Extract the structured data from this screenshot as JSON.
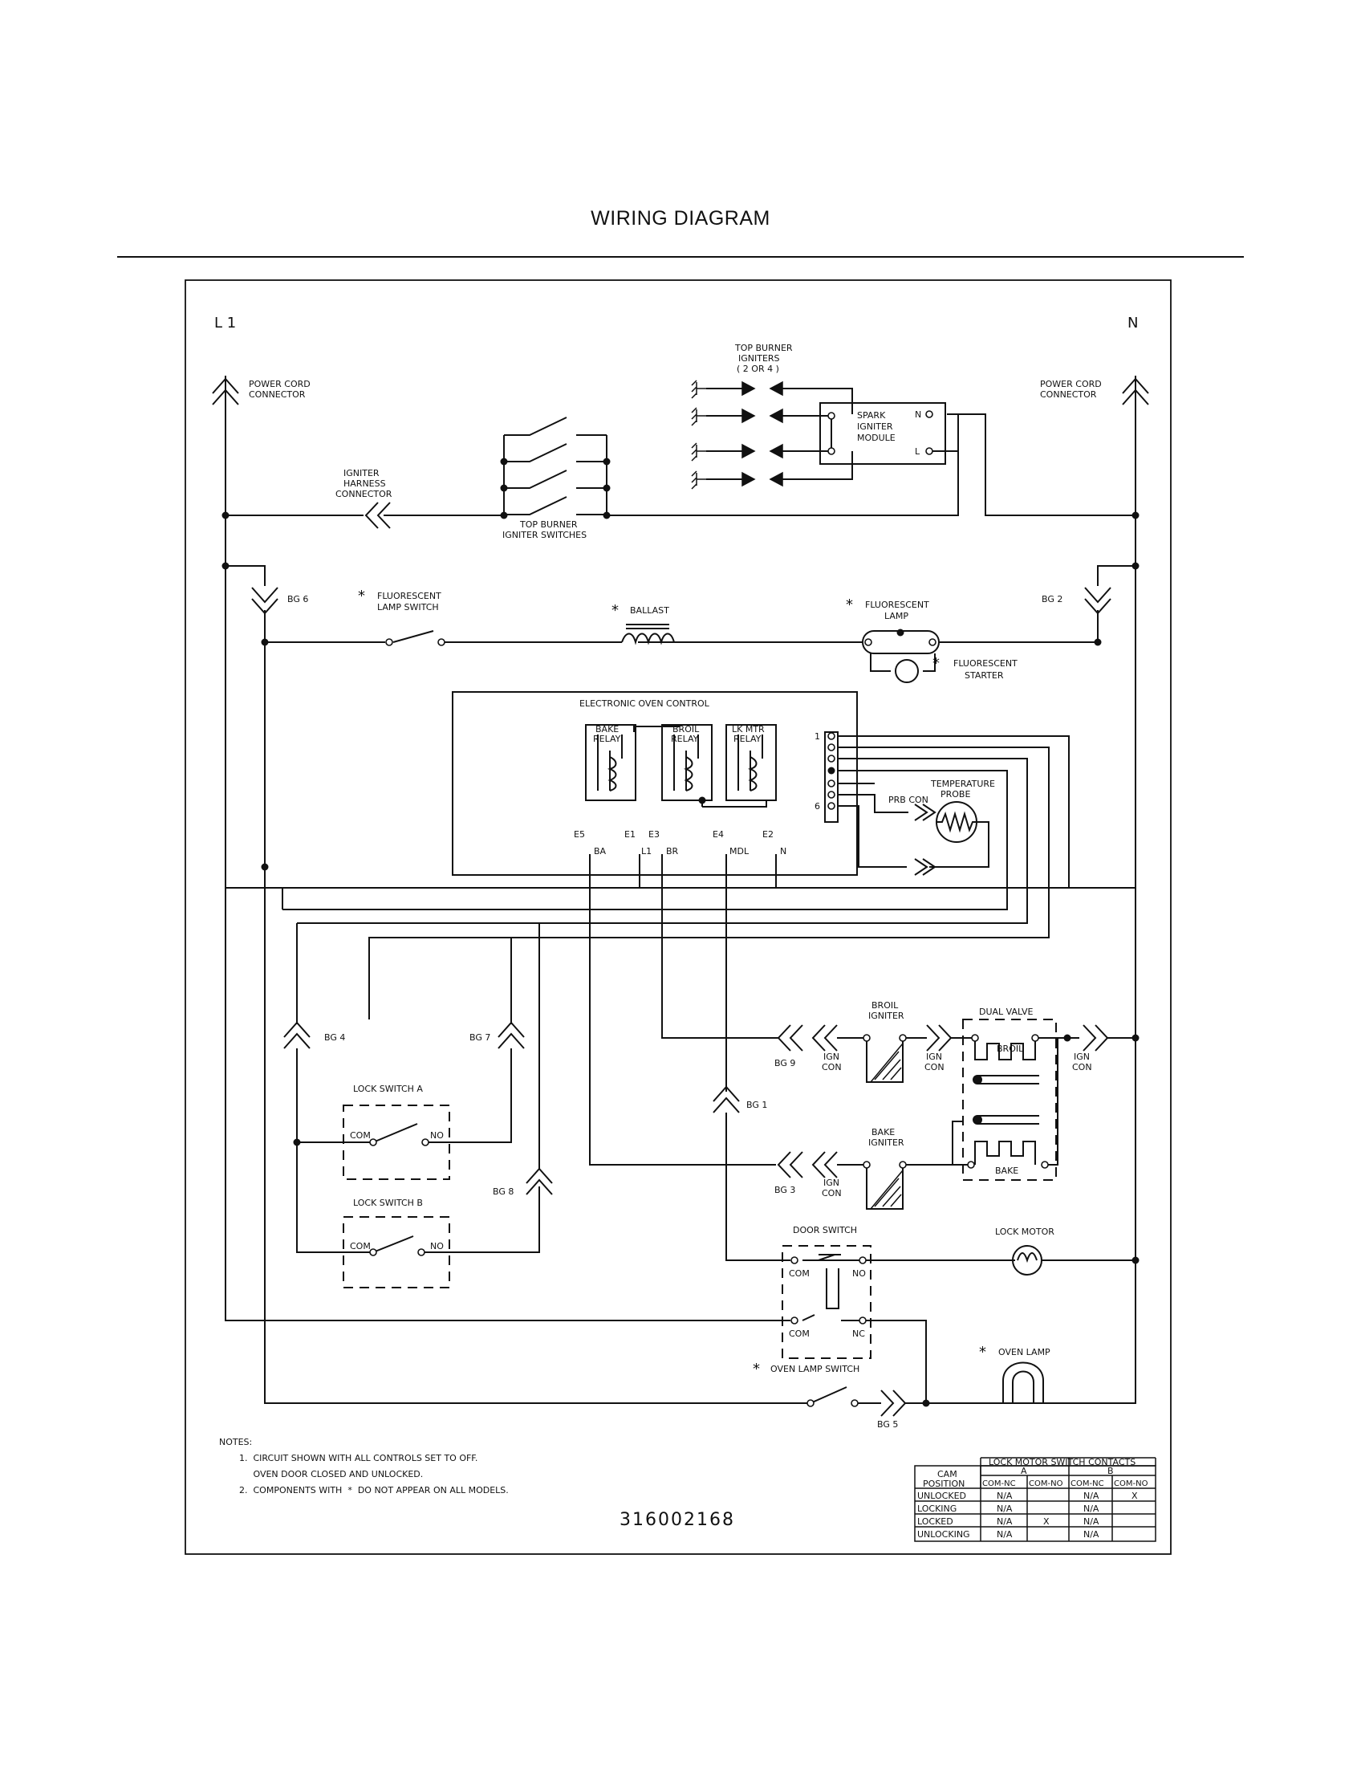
{
  "title": "WIRING DIAGRAM",
  "rails": {
    "left": "L 1",
    "right": "N"
  },
  "labels": {
    "power_cord_left": [
      "POWER CORD",
      "CONNECTOR"
    ],
    "power_cord_right": [
      "POWER CORD",
      "CONNECTOR"
    ],
    "igniter_harness": [
      "IGNITER",
      "HARNESS",
      "CONNECTOR"
    ],
    "top_burner_igniters": [
      "TOP BURNER",
      "IGNITERS",
      "( 2 OR 4 )"
    ],
    "spark_module": [
      "SPARK",
      "IGNITER",
      "MODULE"
    ],
    "spark_n": "N",
    "spark_l": "L",
    "top_burner_switches": [
      "TOP BURNER",
      "IGNITER SWITCHES"
    ],
    "bg6": "BG 6",
    "bg2": "BG 2",
    "fl_lamp_switch": [
      "FLUORESCENT",
      "LAMP SWITCH"
    ],
    "ballast": "BALLAST",
    "fl_lamp": [
      "FLUORESCENT",
      "LAMP"
    ],
    "fl_starter": [
      "FLUORESCENT",
      "STARTER"
    ],
    "eoc": "ELECTRONIC OVEN CONTROL",
    "bake_relay": [
      "BAKE",
      "RELAY"
    ],
    "broil_relay": [
      "BROIL",
      "RELAY"
    ],
    "lk_relay": [
      "LK MTR",
      "RELAY"
    ],
    "pin1": "1",
    "pin6": "6",
    "temp_probe": [
      "TEMPERATURE",
      "PROBE"
    ],
    "prb_con": "PRB CON",
    "e5": "E5",
    "ba": "BA",
    "e1": "E1",
    "l1t": "L1",
    "e3": "E3",
    "br": "BR",
    "e4": "E4",
    "mdl": "MDL",
    "e2": "E2",
    "n": "N",
    "bg4": "BG 4",
    "bg7": "BG 7",
    "bg8": "BG 8",
    "bg9": "BG 9",
    "bg1": "BG 1",
    "bg3": "BG 3",
    "bg5": "BG 5",
    "lock_a": "LOCK SWITCH A",
    "lock_b": "LOCK SWITCH B",
    "com": "COM",
    "no": "NO",
    "nc": "NC",
    "broil_igniter": [
      "BROIL",
      "IGNITER"
    ],
    "bake_igniter": [
      "BAKE",
      "IGNITER"
    ],
    "ign_con": [
      "IGN",
      "CON"
    ],
    "dual_valve": "DUAL VALVE",
    "dv_broil": "BROIL",
    "dv_bake": "BAKE",
    "door_switch": "DOOR SWITCH",
    "lock_motor": "LOCK MOTOR",
    "oven_lamp": "OVEN LAMP",
    "oven_lamp_switch": "OVEN LAMP SWITCH",
    "star": "*"
  },
  "notes": {
    "heading": "NOTES:",
    "lines": [
      "1.  CIRCUIT SHOWN WITH ALL CONTROLS SET TO OFF.",
      "     OVEN DOOR CLOSED AND UNLOCKED.",
      "2.  COMPONENTS WITH  *  DO NOT APPEAR ON ALL MODELS."
    ]
  },
  "part_number": "316002168",
  "cam_table": {
    "title": "LOCK MOTOR SWITCH CONTACTS",
    "col_head": [
      "CAM",
      "POSITION"
    ],
    "groups": [
      "A",
      "B"
    ],
    "subcols": [
      "COM-NC",
      "COM-NO",
      "COM-NC",
      "COM-NO"
    ],
    "rows": [
      {
        "pos": "UNLOCKED",
        "cells": [
          "N/A",
          "",
          "N/A",
          "X"
        ]
      },
      {
        "pos": "LOCKING",
        "cells": [
          "N/A",
          "",
          "N/A",
          ""
        ]
      },
      {
        "pos": "LOCKED",
        "cells": [
          "N/A",
          "X",
          "N/A",
          ""
        ]
      },
      {
        "pos": "UNLOCKING",
        "cells": [
          "N/A",
          "",
          "N/A",
          ""
        ]
      }
    ]
  }
}
